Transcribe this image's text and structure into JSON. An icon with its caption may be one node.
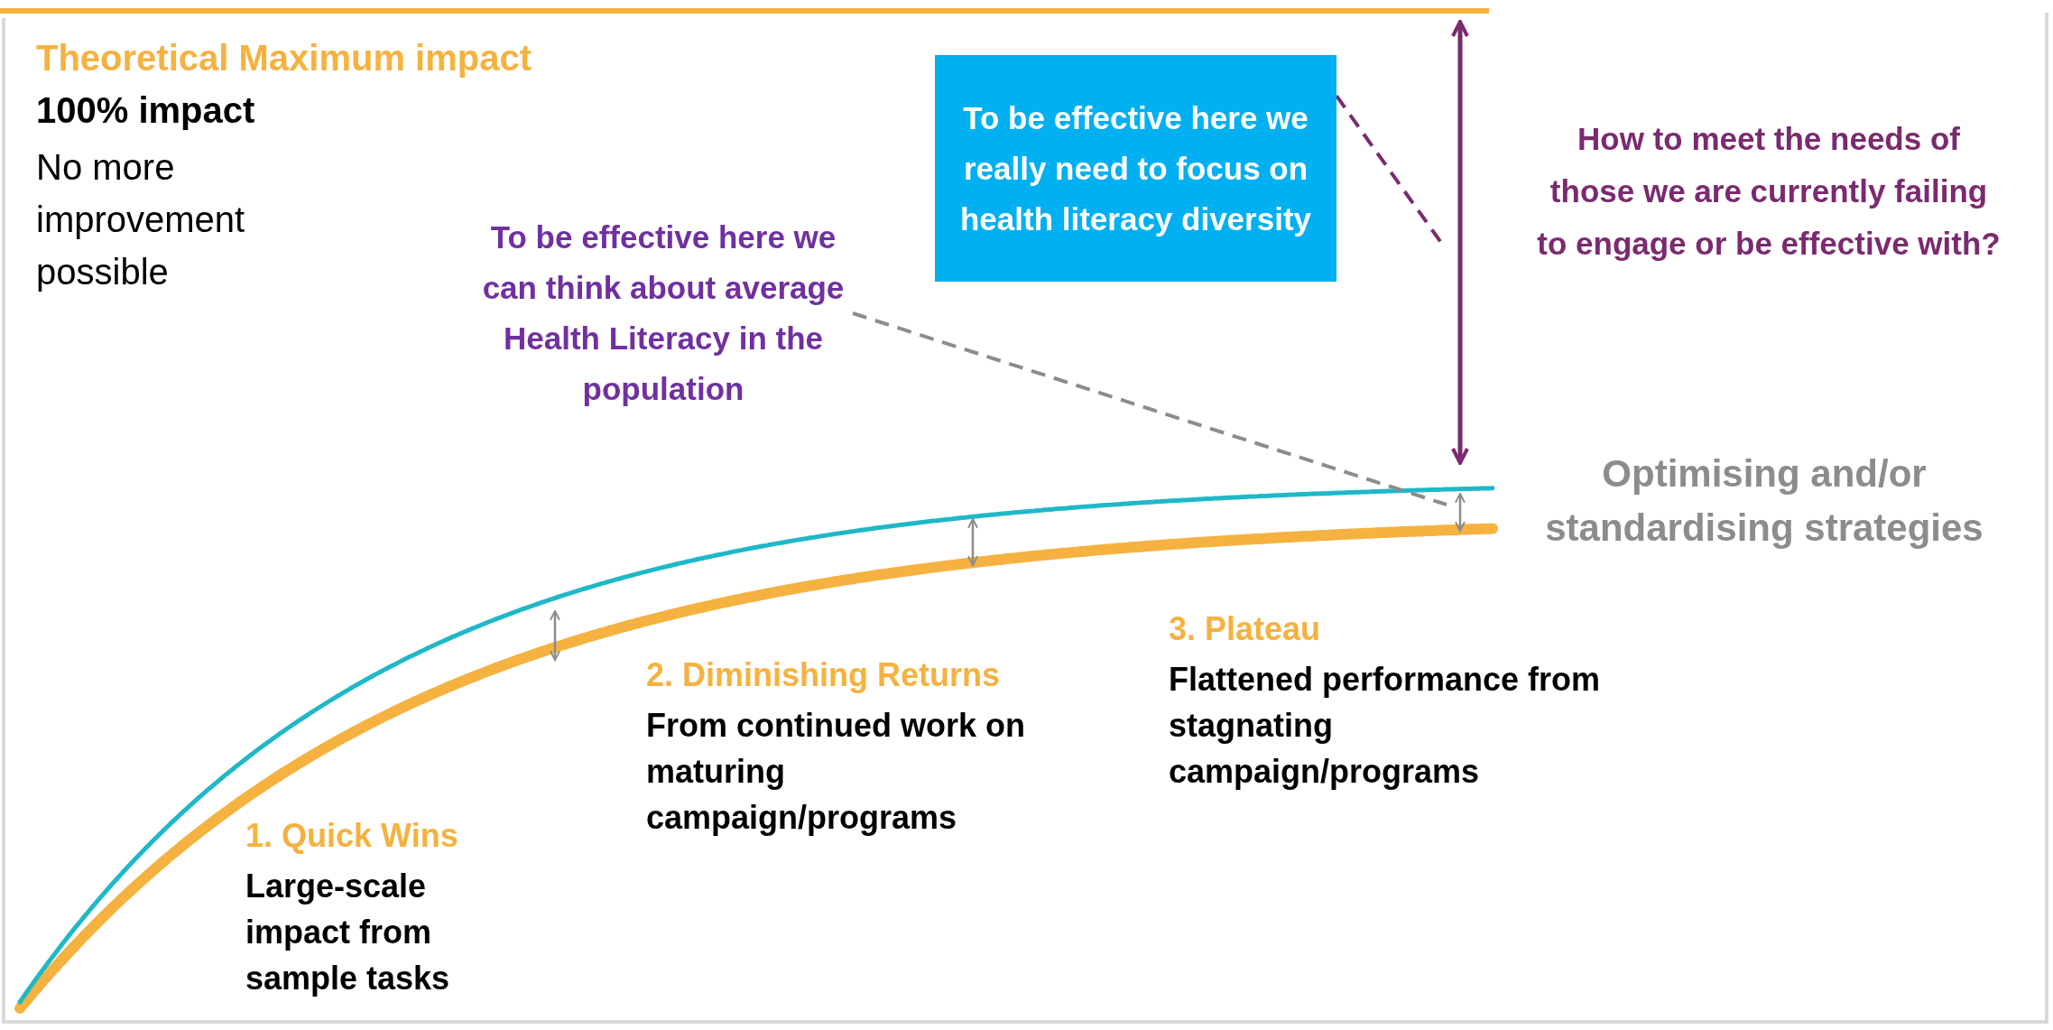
{
  "diagram": {
    "nodes": [
      {
        "text": [
          "To be effective here we really need to focus on health literacy diversity"
        ]
      },
      {
        "text": [
          "To be effective here we can think about average Health Literacy in the population"
        ]
      }
    ],
    "edges": [
      {
        "from": 0,
        "to": null,
        "arrow": "none",
        "style": "dashed",
        "color": "#7b2a6f"
      },
      {
        "from": 1,
        "to": null,
        "arrow": "none",
        "style": "dashed",
        "color": "#8c8c8c"
      }
    ],
    "labels": [
      "Theoretical Maximum impact",
      "100% impact",
      "No more improvement possible",
      "How to meet the needs of those we are currently failing to engage or be effective with?",
      "Optimising and/or standardising strategies",
      "1. Quick Wins",
      "Large-scale impact from sample tasks",
      "2. Diminishing Returns",
      "From continued work on maturing campaign/programs",
      "3. Plateau",
      "Flattened performance from stagnating campaign/programs"
    ]
  }
}
